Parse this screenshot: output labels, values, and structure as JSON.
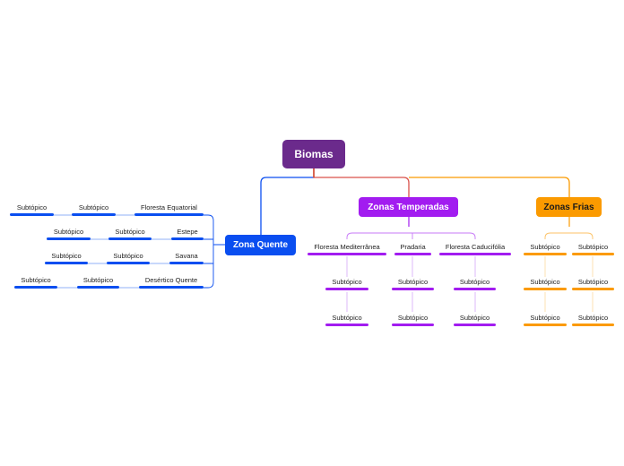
{
  "root": {
    "label": "Biomas"
  },
  "colors": {
    "root": "#6b2a8c",
    "quente": "#0a4ef0",
    "temperadas": "#a21cf0",
    "frias": "#fb9a00"
  },
  "branches": {
    "quente": {
      "label": "Zona Quente",
      "rows": [
        {
          "main": "Floresta Equatorial",
          "sub1": "Subtópico",
          "sub2": "Subtópico"
        },
        {
          "main": "Estepe",
          "sub1": "Subtópico",
          "sub2": "Subtópico"
        },
        {
          "main": "Savana",
          "sub1": "Subtópico",
          "sub2": "Subtópico"
        },
        {
          "main": "Desértico Quente",
          "sub1": "Subtópico",
          "sub2": "Subtópico"
        }
      ]
    },
    "temperadas": {
      "label": "Zonas Temperadas",
      "columns": [
        {
          "main": "Floresta Mediterrânea",
          "sub1": "Subtópico",
          "sub2": "Subtópico"
        },
        {
          "main": "Pradaria",
          "sub1": "Subtópico",
          "sub2": "Subtópico"
        },
        {
          "main": "Floresta Caducifólia",
          "sub1": "Subtópico",
          "sub2": "Subtópico"
        }
      ]
    },
    "frias": {
      "label": "Zonas Frias",
      "columns": [
        {
          "main": "Subtópico",
          "sub1": "Subtópico",
          "sub2": "Subtópico"
        },
        {
          "main": "Subtópico",
          "sub1": "Subtópico",
          "sub2": "Subtópico"
        }
      ]
    }
  }
}
